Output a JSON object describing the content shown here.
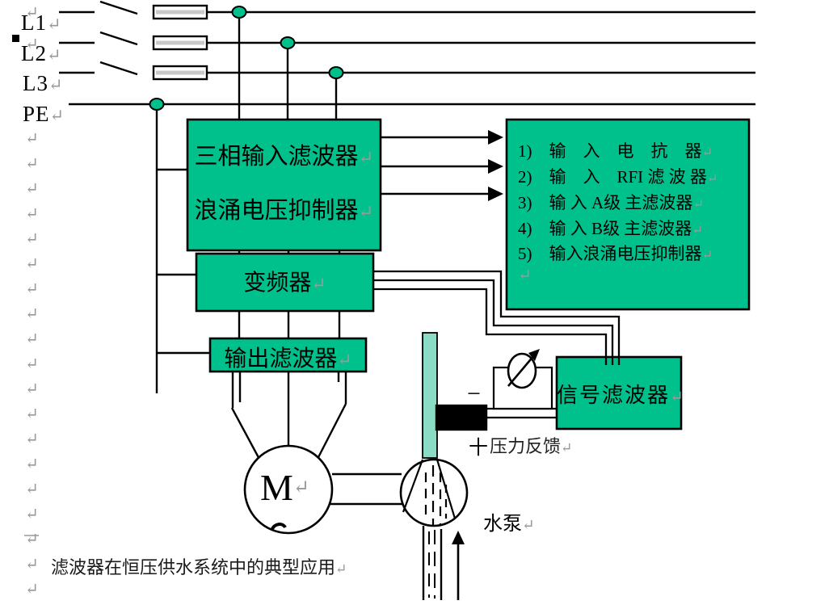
{
  "glyphs": {
    "pilcrow": "↵"
  },
  "colors": {
    "box_green": "#00C18C",
    "pipe_teal": "#8BDCC5",
    "pilcrow_gray": "#999999",
    "line_black": "#000000",
    "fuse_stripe": "#C8C8C8"
  },
  "phase_labels": {
    "l1": "L1",
    "l2": "L2",
    "l3": "L3",
    "pe": "PE"
  },
  "input_filter_box": {
    "line1": "三相输入滤波器",
    "line2": "浪涌电压抑制器"
  },
  "legend_box": {
    "items": [
      "1)　输　入　电　抗　器",
      "2)　输　入　RFI 滤 波 器",
      "3)　输 入 A级 主滤波器",
      "4)　输 入 B级 主滤波器",
      "5)　输入浪涌电压抑制器"
    ]
  },
  "inverter_box": {
    "label": "变频器"
  },
  "output_filter_box": {
    "label": "输出滤波器"
  },
  "signal_filter_box": {
    "label": "信号滤波器"
  },
  "motor": {
    "label": "M"
  },
  "pump": {
    "label": "水泵"
  },
  "pressure_feedback": {
    "label": "压力反馈",
    "plus": "十",
    "minus": "−"
  },
  "caption": {
    "text": "滤波器在恒压供水系统中的典型应用"
  },
  "margin_marks": {
    "ys": [
      3,
      42,
      159,
      190,
      221,
      252,
      283,
      314,
      345,
      376,
      407,
      438,
      469,
      500,
      531,
      562,
      593,
      624,
      655,
      686,
      717
    ]
  }
}
